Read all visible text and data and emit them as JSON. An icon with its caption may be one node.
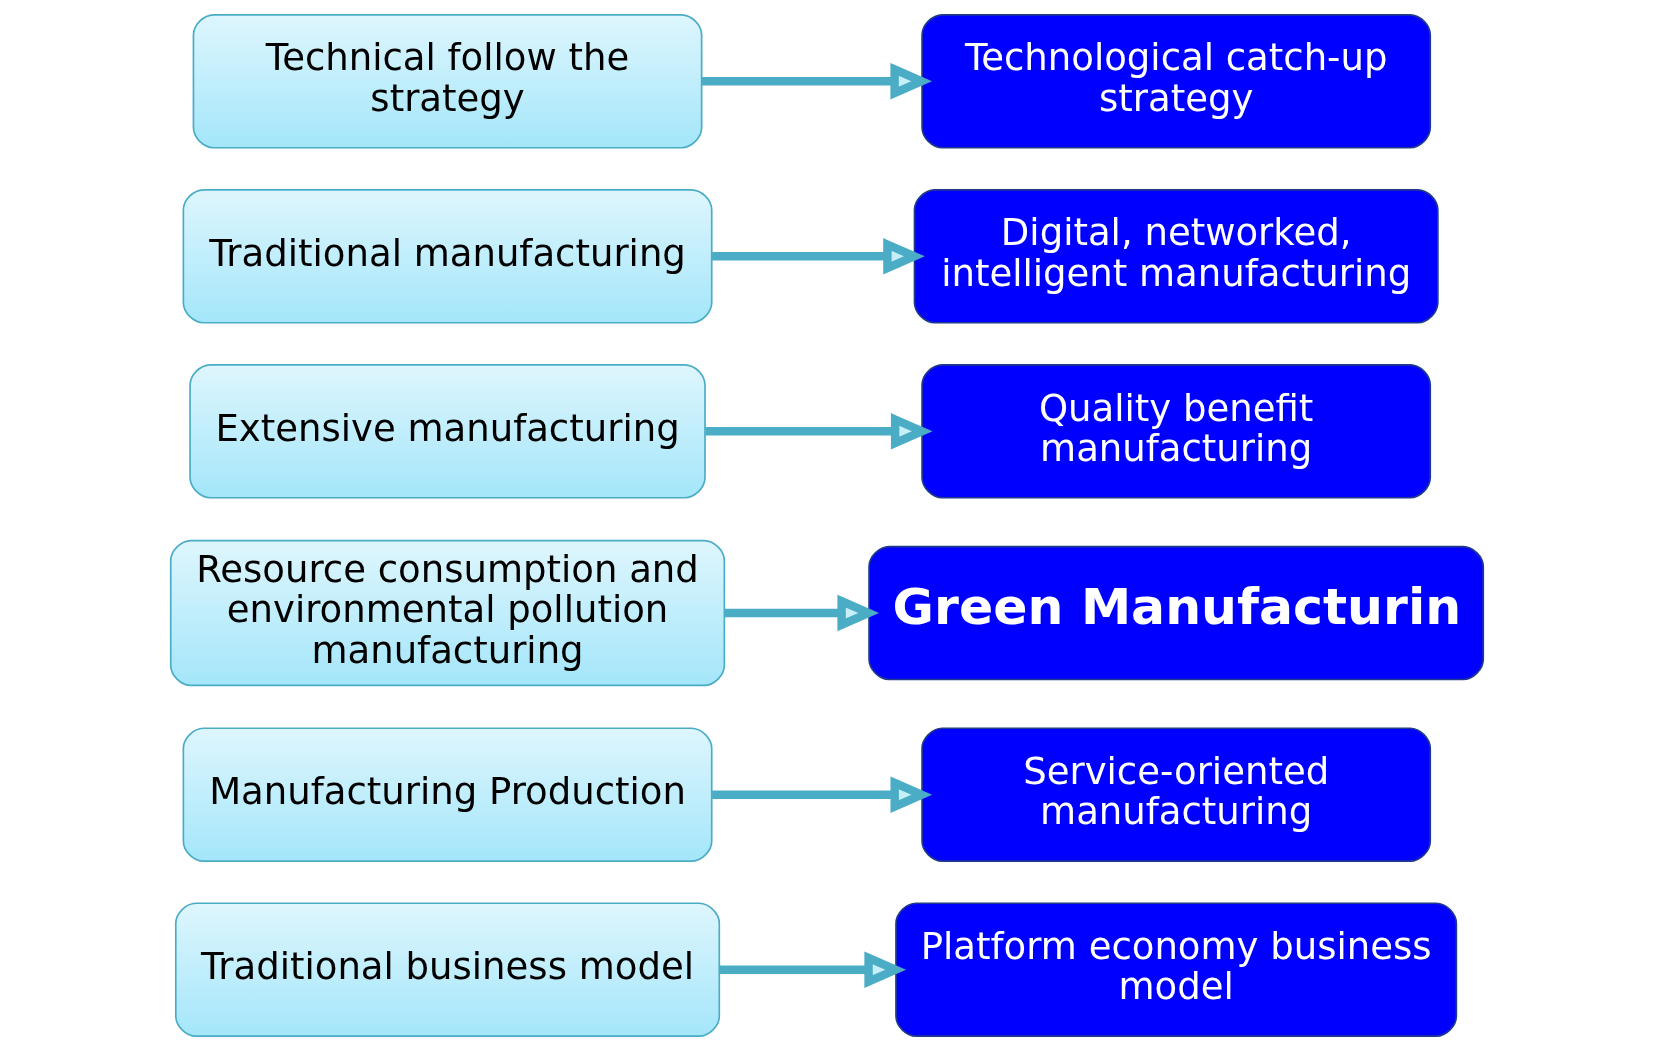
{
  "diagram": {
    "nodes": [
      {
        "text": [
          "Technical follow the strategy"
        ]
      },
      {
        "text": [
          "Technological catch-up strategy"
        ]
      },
      {
        "text": [
          "Traditional manufacturing"
        ]
      },
      {
        "text": [
          "Digital, networked, intelligent manufacturing"
        ]
      },
      {
        "text": [
          "Extensive manufacturing"
        ]
      },
      {
        "text": [
          "Quality benefit manufacturing"
        ]
      },
      {
        "text": [
          "Resource consumption and environmental pollution manufacturing"
        ]
      },
      {
        "text": [
          "Green Manufacturin"
        ]
      },
      {
        "text": [
          "Manufacturing Production"
        ]
      },
      {
        "text": [
          "Service-oriented manufacturing"
        ]
      },
      {
        "text": [
          "Traditional business model"
        ]
      },
      {
        "text": [
          "Platform economy business model"
        ]
      }
    ],
    "edges": [
      {
        "from": 0,
        "to": 1,
        "arrow": "to"
      },
      {
        "from": 2,
        "to": 3,
        "arrow": "to"
      },
      {
        "from": 4,
        "to": 5,
        "arrow": "to"
      },
      {
        "from": 6,
        "to": 7,
        "arrow": "to"
      },
      {
        "from": 8,
        "to": 9,
        "arrow": "to"
      },
      {
        "from": 10,
        "to": 11,
        "arrow": "to"
      }
    ]
  }
}
